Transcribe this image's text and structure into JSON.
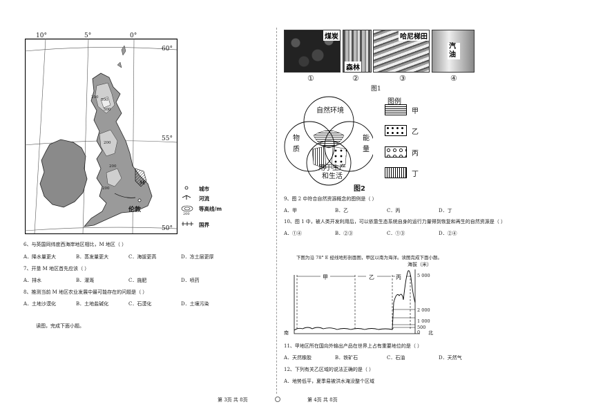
{
  "map": {
    "lon_labels": [
      "10°",
      "5°",
      "0°"
    ],
    "lat_labels": [
      "60°",
      "55°",
      "50°"
    ],
    "contour_labels": [
      "200",
      "500",
      "500",
      "200",
      "200",
      "200"
    ],
    "m_label": "M",
    "london": "伦敦",
    "legend": [
      "城市",
      "河流",
      "等高线/m",
      "国界"
    ],
    "legend_sample": "200"
  },
  "questions_left": [
    {
      "stem": "6、与英国同纬度西海岸地区相比，M 地区（    ）",
      "options": [
        "A．降水量更大",
        "B．蒸发量更大",
        "C．海拔更高",
        "D．冻土层更厚"
      ]
    },
    {
      "stem": "7、开垦 M 地区首先应该（    ）",
      "options": [
        "A．排水",
        "B．灌溉",
        "C．施肥",
        "D．喷药"
      ]
    },
    {
      "stem": "8、推测当前 M 地区农业发展中最可能存在的问题是（    ）",
      "options": [
        "A．土地沙漠化",
        "B．土地盐碱化",
        "C．石漠化",
        "D．土壤污染"
      ]
    }
  ],
  "left_note": "读图，完成下面小题。",
  "fig1": {
    "photos": [
      "煤炭",
      "森林",
      "哈尼梯田",
      "汽油"
    ],
    "nums": [
      "①",
      "②",
      "③",
      "④"
    ],
    "caption": "图1"
  },
  "fig2": {
    "circles": [
      "自然环境",
      "物质",
      "能量",
      "用于生产和生活"
    ],
    "circle_text": {
      "top": "自然环境",
      "left1": "物",
      "left2": "质",
      "right1": "能",
      "right2": "量",
      "bottom1": "用于生产",
      "bottom2": "和生活"
    },
    "legend_title": "图例",
    "legend": [
      "甲",
      "乙",
      "丙",
      "丁"
    ],
    "caption": "图2"
  },
  "questions_right": [
    {
      "stem": "9、图 2 中符合自然资源概念的图例是（    ）",
      "options": [
        "A．甲",
        "B．乙",
        "C．丙",
        "D．丁"
      ]
    },
    {
      "stem": "10、图 1 中，被人类开发利用后，可以依靠生态系统自身的运行力量得到恢复和再生的自然资源是（    ）",
      "options": [
        "A．①④",
        "B．②③",
        "C．①③",
        "D．②④"
      ]
    }
  ],
  "profile": {
    "intro": "下图为沿 78° E 经线地形剖面图，甲区以南为海洋。读图完成下面小题。",
    "zones": [
      "甲",
      "乙",
      "丙"
    ],
    "y_title": "海拔（米）",
    "y_ticks": [
      "5 000",
      "2 000",
      "1 000",
      "500",
      "0"
    ],
    "south": "南",
    "north": "北"
  },
  "questions_right2": [
    {
      "stem": "11、甲地区所在国向外输出产品在世界上占有重要地位的是（    ）",
      "options": [
        "A．天然橡胶",
        "B．铁矿石",
        "C．石油",
        "D．天然气"
      ]
    },
    {
      "stem": "12、下列有关乙区域的说法正确的是（    ）",
      "options": [
        "A．地势低平，夏季易被洪水淹没整个区域"
      ]
    }
  ],
  "footer": {
    "left": "第 3页  共 8页",
    "right": "第 4页  共 8页"
  }
}
